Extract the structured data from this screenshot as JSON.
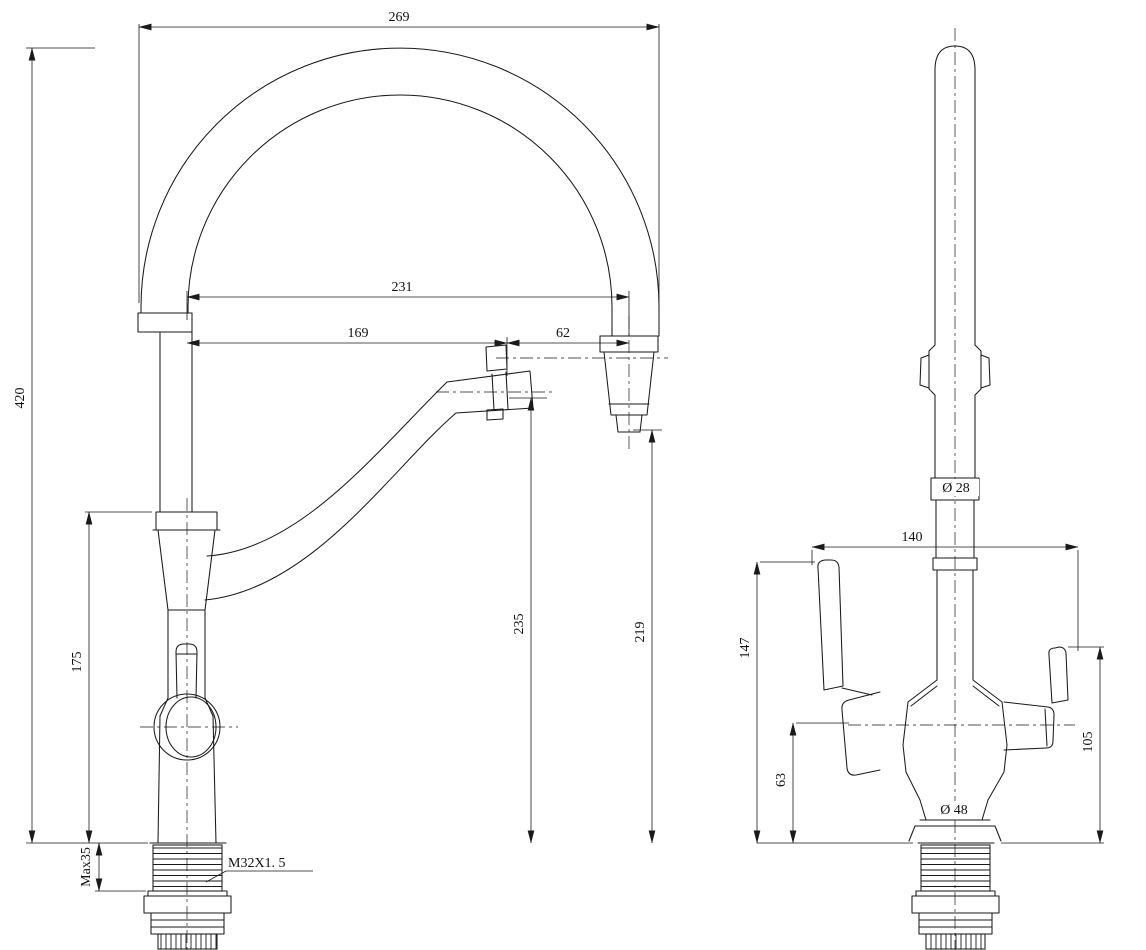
{
  "drawing": {
    "front_view": {
      "spout_width": "269",
      "overall_reach": "231",
      "spout_reach": "169",
      "spray_offset": "62",
      "overall_height": "420",
      "body_height": "175",
      "spout_tip_height": "235",
      "spray_tip_height": "219",
      "max_deck_thickness": "Max35",
      "thread_spec": "M32X1. 5"
    },
    "side_view": {
      "pipe_diameter": "Ø 28",
      "lever_span": "140",
      "lever_height": "147",
      "valve_height": "63",
      "right_lever_height": "105",
      "base_diameter": "Ø 48"
    }
  }
}
